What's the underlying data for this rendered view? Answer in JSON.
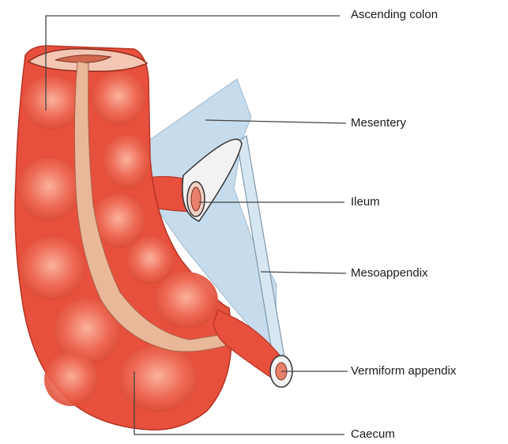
{
  "diagram": {
    "labels": {
      "ascending_colon": "Ascending colon",
      "mesentery": "Mesentery",
      "ileum": "Ileum",
      "mesoappendix": "Mesoappendix",
      "vermiform_appendix": "Vermiform appendix",
      "caecum": "Caecum"
    }
  },
  "colors": {
    "colon_fill": "#e8503e",
    "colon_highlight": "#f7a08a",
    "colon_shadow": "#c63a2c",
    "taenia": "#e9b898",
    "mesentery": "#c6dcec",
    "outline": "#333333",
    "leader_line": "#444444"
  }
}
